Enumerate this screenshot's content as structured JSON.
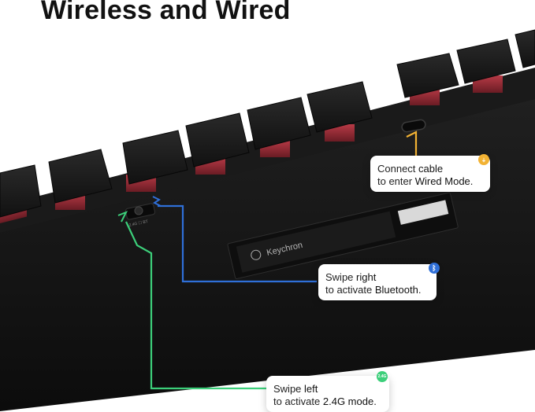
{
  "title": "Wireless and Wired",
  "colors": {
    "wired": "#f2b233",
    "bluetooth": "#2f6fd8",
    "mode24g": "#3ccf7a",
    "keyboard_body": "#141414",
    "switch_red": "#9b2a35"
  },
  "callouts": {
    "wired": {
      "line1_pre": "Connect ",
      "line1_em": "cable",
      "line2_pre": "to enter ",
      "line2_em": "Wired Mode",
      "line2_post": ".",
      "badge_icon": "cable-icon"
    },
    "bluetooth": {
      "line1_pre": "Swipe ",
      "line1_em": "right",
      "line2_pre": "to activate ",
      "line2_em": "Bluetooth",
      "line2_post": ".",
      "badge_icon": "bluetooth-icon"
    },
    "mode24g": {
      "line1_pre": "Swipe ",
      "line1_em": "left",
      "line2_pre": "to activate ",
      "line2_em": "2.4G mode",
      "line2_post": ".",
      "badge_label": "2.4G"
    }
  },
  "keyboard": {
    "switch_labels": "2.4G  ☐  BT",
    "brand": "Keychron"
  }
}
